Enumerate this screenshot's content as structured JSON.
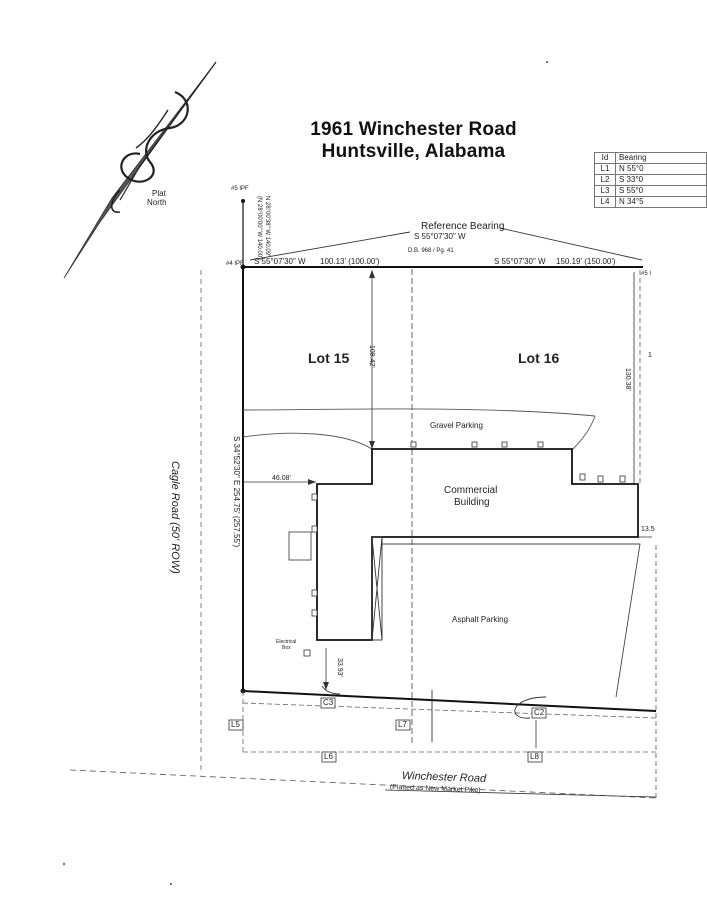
{
  "title": {
    "line1": "1961 Winchester Road",
    "line2": "Huntsville, Alabama"
  },
  "north_arrow": {
    "label_line1": "Plat",
    "label_line2": "North"
  },
  "line_table": {
    "headers": [
      "Id",
      "Bearing"
    ],
    "rows": [
      {
        "id": "L1",
        "bearing": "N 55°0"
      },
      {
        "id": "L2",
        "bearing": "S 33°0"
      },
      {
        "id": "L3",
        "bearing": "S 55°0"
      },
      {
        "id": "L4",
        "bearing": "N 34°5"
      }
    ]
  },
  "survey": {
    "reference_bearing_label": "Reference Bearing",
    "reference_bearing_value": "S 55°07'30\" W",
    "deed_book": "D.B. 968 / Pg. 41",
    "pin_top": "#5 IPF",
    "pin_corner": "#4 IPF",
    "pin_right": "#5 I",
    "side_bearing_1": "N 28°00'38\" W 140.09'",
    "side_bearing_2": "(N 28°00'00\" W 140.00')",
    "top_bearing_lot15": "S 55°07'30\" W",
    "top_distance_lot15": "100.13' (100.00')",
    "top_bearing_lot16": "S 55°07'30\" W",
    "top_distance_lot16": "150.19' (150.00')",
    "left_bearing": "S 34°52'30\" E  254.75' (257.55')",
    "dim_lot15_depth": "108.42'",
    "dim_lot16_depth": "130.38'",
    "dim_right_edge": "1",
    "dim_setback_left": "46.08'",
    "dim_setback_bottom": "33.93'",
    "dim_right_offset": "13.5"
  },
  "lots": {
    "lot15": "Lot 15",
    "lot16": "Lot 16"
  },
  "features": {
    "gravel_parking": "Gravel Parking",
    "building_line1": "Commercial",
    "building_line2": "Building",
    "asphalt_parking": "Asphalt Parking",
    "electrical_box_line1": "Electrical",
    "electrical_box_line2": "Box"
  },
  "curve_labels": {
    "c3": "C3",
    "c2": "C2"
  },
  "line_labels": {
    "l5": "L5",
    "l6": "L6",
    "l7": "L7",
    "l8": "L8"
  },
  "roads": {
    "cagle": "Cagle Road (50' ROW)",
    "winchester": "Winchester Road",
    "winchester_note": "(Platted as New Market Pike)"
  }
}
